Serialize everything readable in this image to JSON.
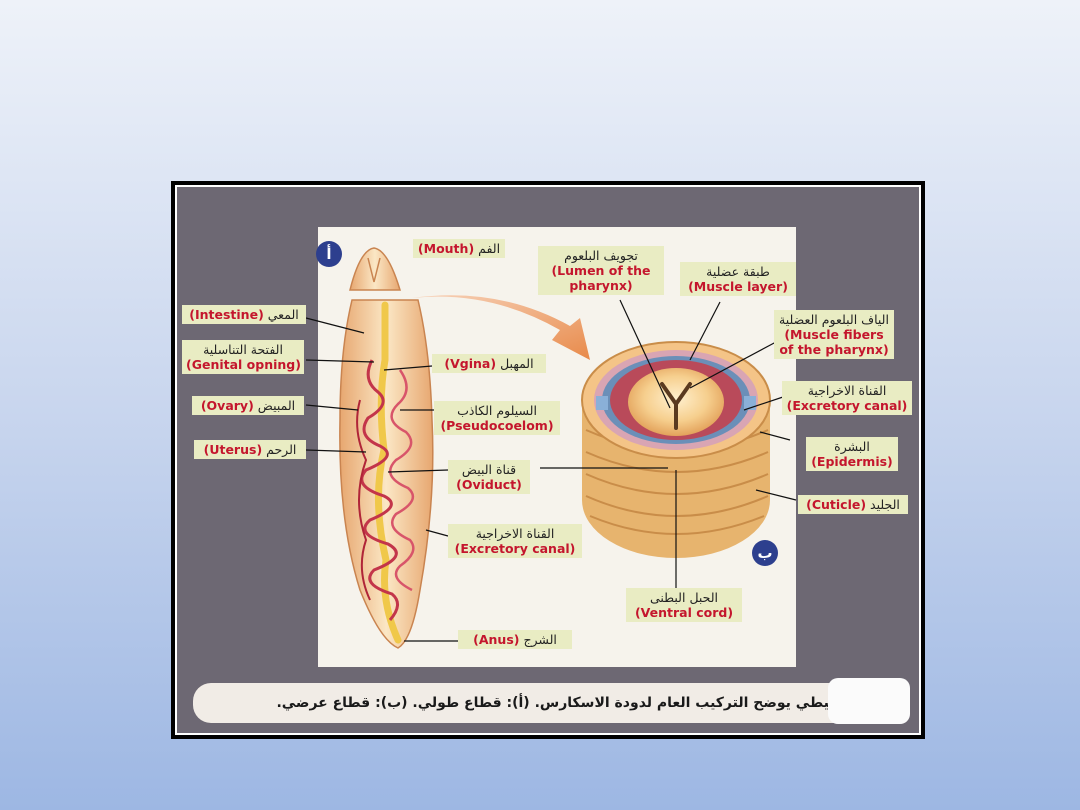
{
  "badges": {
    "a": "أ",
    "b": "ب"
  },
  "labels": {
    "mouth": {
      "ar": "الفم",
      "en": "(Mouth)"
    },
    "intestine": {
      "ar": "المعي",
      "en": "(Intestine)"
    },
    "genital_opening": {
      "ar": "الفتحة التناسلية",
      "en": "(Genital opning)"
    },
    "vagina": {
      "ar": "المهبل",
      "en": "(Vgina)"
    },
    "ovary": {
      "ar": "المبيض",
      "en": "(Ovary)"
    },
    "pseudocoelom": {
      "ar": "السيلوم الكاذب",
      "en": "(Pseudocoelom)"
    },
    "uterus": {
      "ar": "الرحم",
      "en": "(Uterus)"
    },
    "oviduct": {
      "ar": "قناة البيض",
      "en": "(Oviduct)"
    },
    "excretory_canal_left": {
      "ar": "القناة الاخراجية",
      "en": "(Excretory canal)"
    },
    "anus": {
      "ar": "الشرج",
      "en": "(Anus)"
    },
    "lumen_pharynx": {
      "ar": "تجويف البلعوم",
      "en": "(Lumen of the pharynx)"
    },
    "muscle_layer": {
      "ar": "طبقة عضلية",
      "en": "(Muscle layer)"
    },
    "muscle_fibers": {
      "ar": "الياف البلعوم العضلية",
      "en": "(Muscle fibers of the pharynx)"
    },
    "excretory_canal_right": {
      "ar": "القناة الاخراجية",
      "en": "(Excretory canal)"
    },
    "epidermis": {
      "ar": "البشرة",
      "en": "(Epidermis)"
    },
    "cuticle": {
      "ar": "الجليد",
      "en": "(Cuticle)"
    },
    "ventral_cord": {
      "ar": "الحبل البطنى",
      "en": "(Ventral cord)"
    }
  },
  "caption": "رسم تخطيطي يوضح التركيب العام لدودة الاسكارس. (أ): قطاع طولي. (ب): قطاع عرضي.",
  "colors": {
    "label_bg": "#e9ecc3",
    "label_en": "#c4162d",
    "badge": "#2d3f8e",
    "frame": "#000000",
    "panel_bg": "#6d6873"
  }
}
